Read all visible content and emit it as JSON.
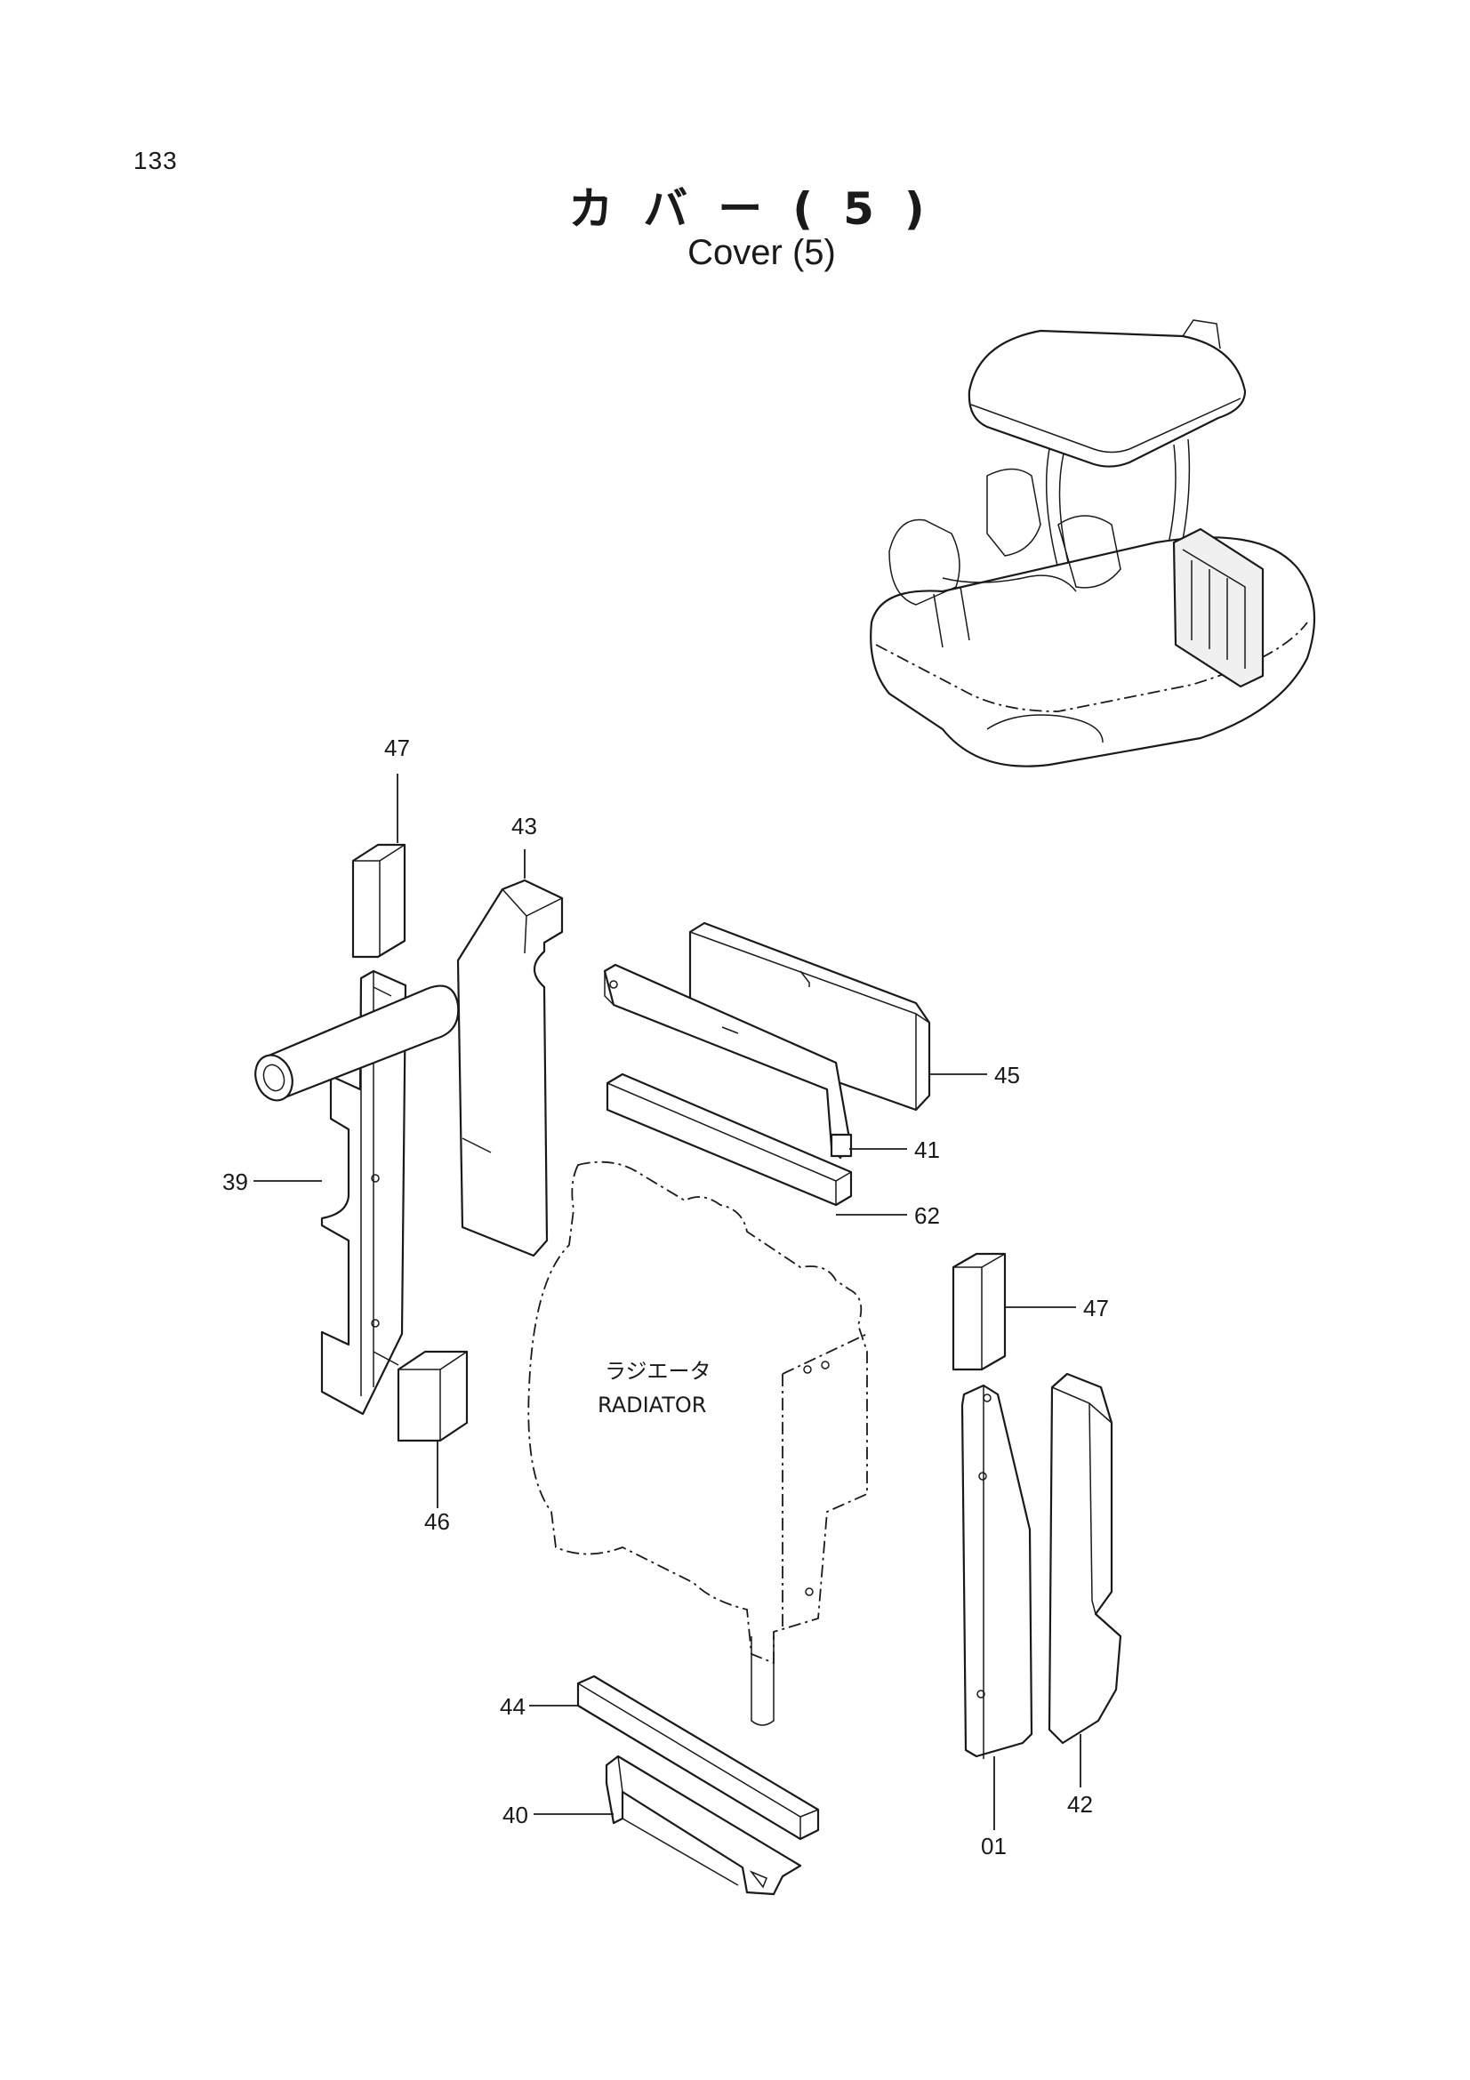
{
  "page_number": "133",
  "title": {
    "jp": "カバー(5)",
    "en": "Cover (5)"
  },
  "radiator_label": {
    "jp": "ラジエータ",
    "en": "RADIATOR"
  },
  "callouts": {
    "p47a": "47",
    "p43": "43",
    "p45": "45",
    "p41": "41",
    "p39": "39",
    "p62": "62",
    "p47b": "47",
    "p46": "46",
    "p44": "44",
    "p40": "40",
    "p01": "01",
    "p42": "42"
  }
}
